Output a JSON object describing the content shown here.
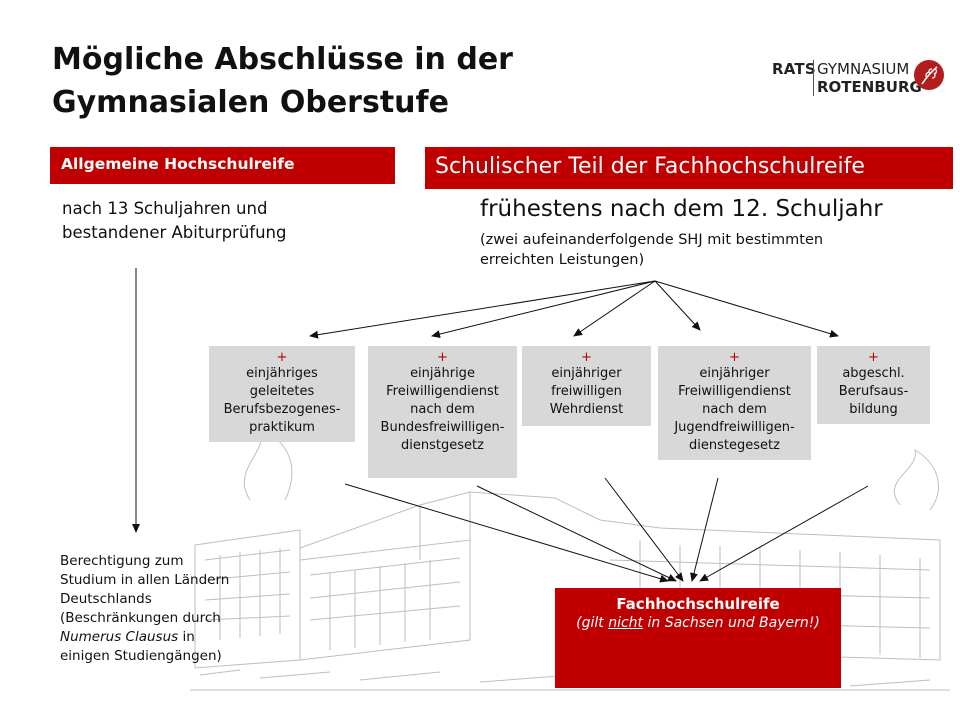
{
  "title": {
    "line1": "Mögliche Abschlüsse  in der",
    "line2": "Gymnasialen Oberstufe"
  },
  "logo": {
    "rats": "RATS",
    "gymnasium": "GYMNASIUM",
    "rotenburg": "ROTENBURG",
    "emblem_icon": "wheat-emblem-icon",
    "emblem_color": "#b21d1d"
  },
  "ahr": {
    "header": "Allgemeine Hochschulreife",
    "line1": "nach 13 Schuljahren und",
    "line2": "bestandener Abiturprüfung"
  },
  "fhr": {
    "header": "Schulischer Teil der Fachhochschulreife",
    "main": "frühestens nach dem 12. Schuljahr",
    "sub1": "(zwei aufeinanderfolgende SHJ mit bestimmten",
    "sub2": "erreichten Leistungen)"
  },
  "options": [
    {
      "plus": "+",
      "lines": [
        "einjähriges",
        "geleitetes",
        "Berufsbezogenes-",
        "praktikum"
      ]
    },
    {
      "plus": "+",
      "lines": [
        "einjährige",
        "Freiwilligendienst",
        "nach dem",
        "Bundesfreiwilligen-",
        "dienstgesetz"
      ]
    },
    {
      "plus": "+",
      "lines": [
        "einjähriger",
        "freiwilligen",
        "Wehrdienst"
      ]
    },
    {
      "plus": "+",
      "lines": [
        "einjähriger",
        "Freiwilligendienst",
        "nach dem",
        "Jugendfreiwilligen-",
        "dienstegesetz"
      ]
    },
    {
      "plus": "+",
      "lines": [
        "abgeschl.",
        "Berufsaus-",
        "bildung"
      ]
    }
  ],
  "berechtigung": {
    "line1": "Berechtigung zum",
    "line2": "Studium in allen Ländern",
    "line3": "Deutschlands",
    "line4": "(Beschränkungen durch",
    "line5_italic": "Numerus Clausus",
    "line5_rest": " in",
    "line6": "einigen Studiengängen)"
  },
  "result": {
    "title": "Fachhochschulreife",
    "sub_pre": "(gilt ",
    "sub_underlined": "nicht",
    "sub_post": " in Sachsen und Bayern!)"
  },
  "colors": {
    "accent_red": "#c00000",
    "option_gray": "#d8d8d8"
  }
}
